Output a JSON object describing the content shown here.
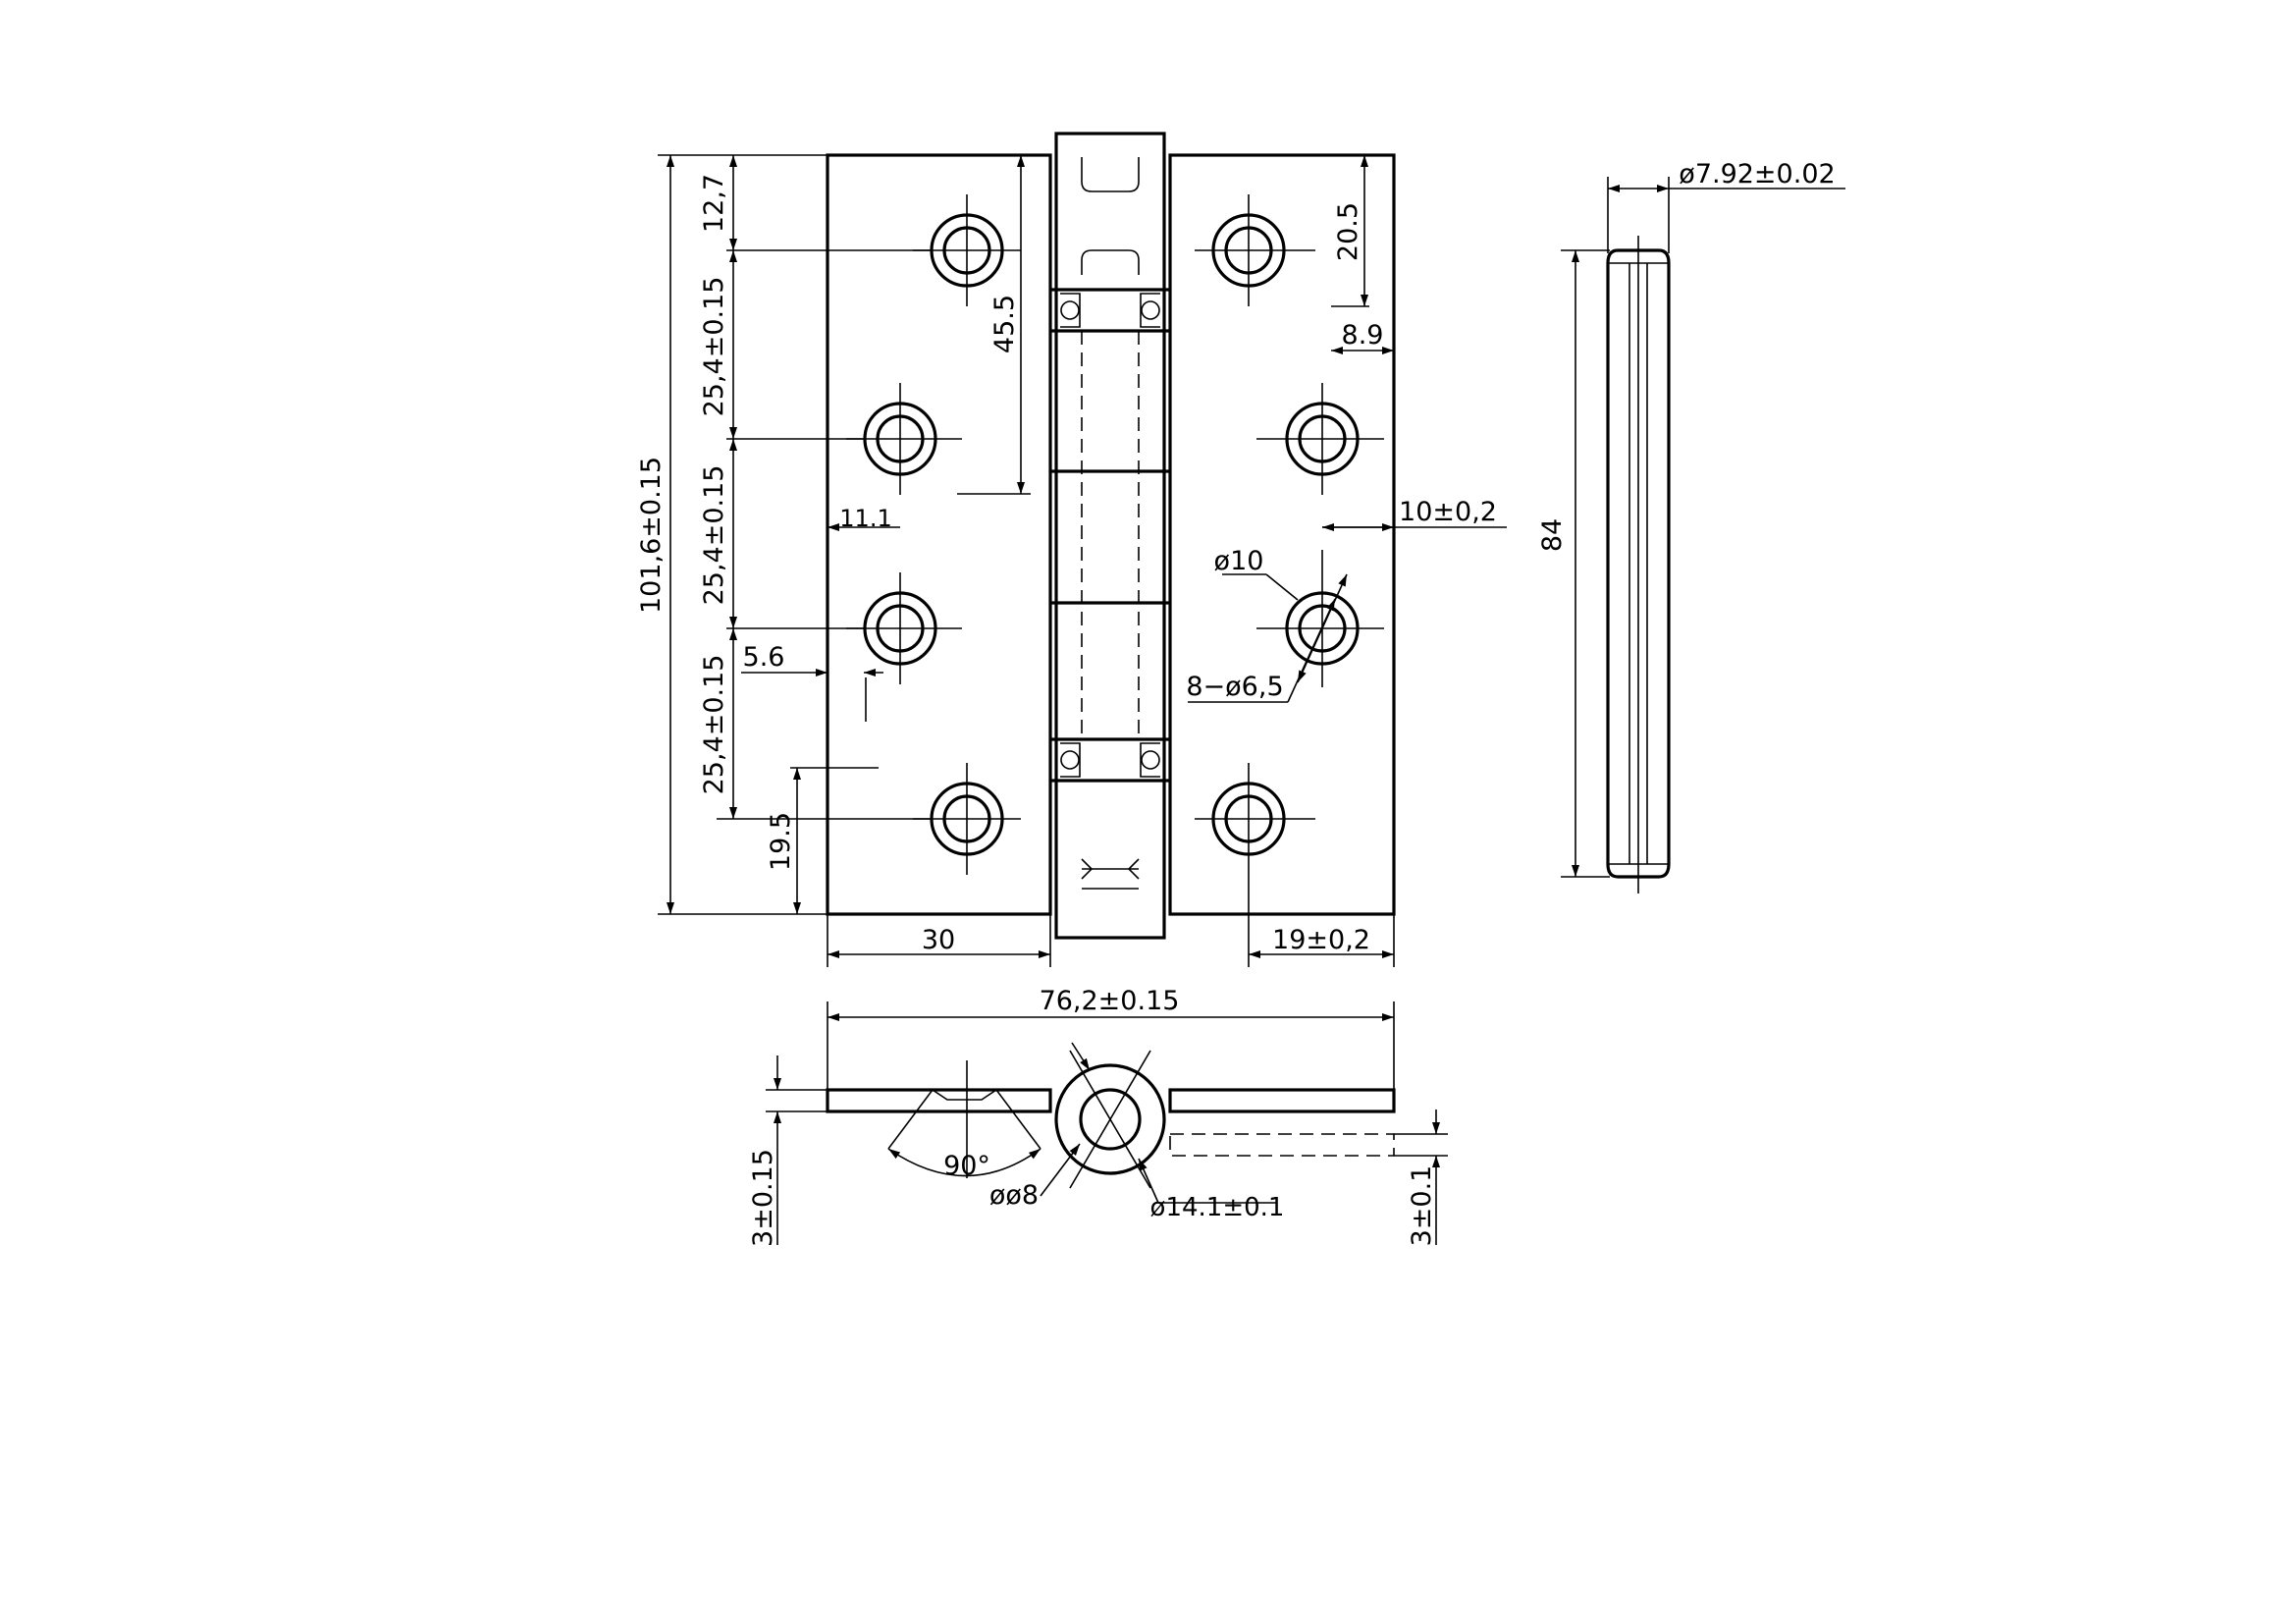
{
  "drawing": {
    "labels": {
      "h12_7": "12,7",
      "h25_a": "25,4±0.15",
      "h25_b": "25,4±0.15",
      "h25_c": "25,4±0.15",
      "total_height": "101,6±0.15",
      "h45_5": "45.5",
      "h20_5": "20.5",
      "w8_9": "8.9",
      "w10": "10±0,2",
      "w11_1": "11.1",
      "w5_6": "5.6",
      "h19_5": "19.5",
      "dia10": "ø10",
      "holes": "8−ø6,5",
      "w30": "30",
      "w19": "19±0,2",
      "total_width": "76,2±0.15",
      "angle": "90°",
      "pin_dia": "øø8",
      "knuckle_dia": "ø14.1±0.1",
      "thick_left": "3±0.15",
      "thick_right": "3±0.1",
      "pin_od": "ø7.92±0.02",
      "pin_len": "84"
    }
  }
}
